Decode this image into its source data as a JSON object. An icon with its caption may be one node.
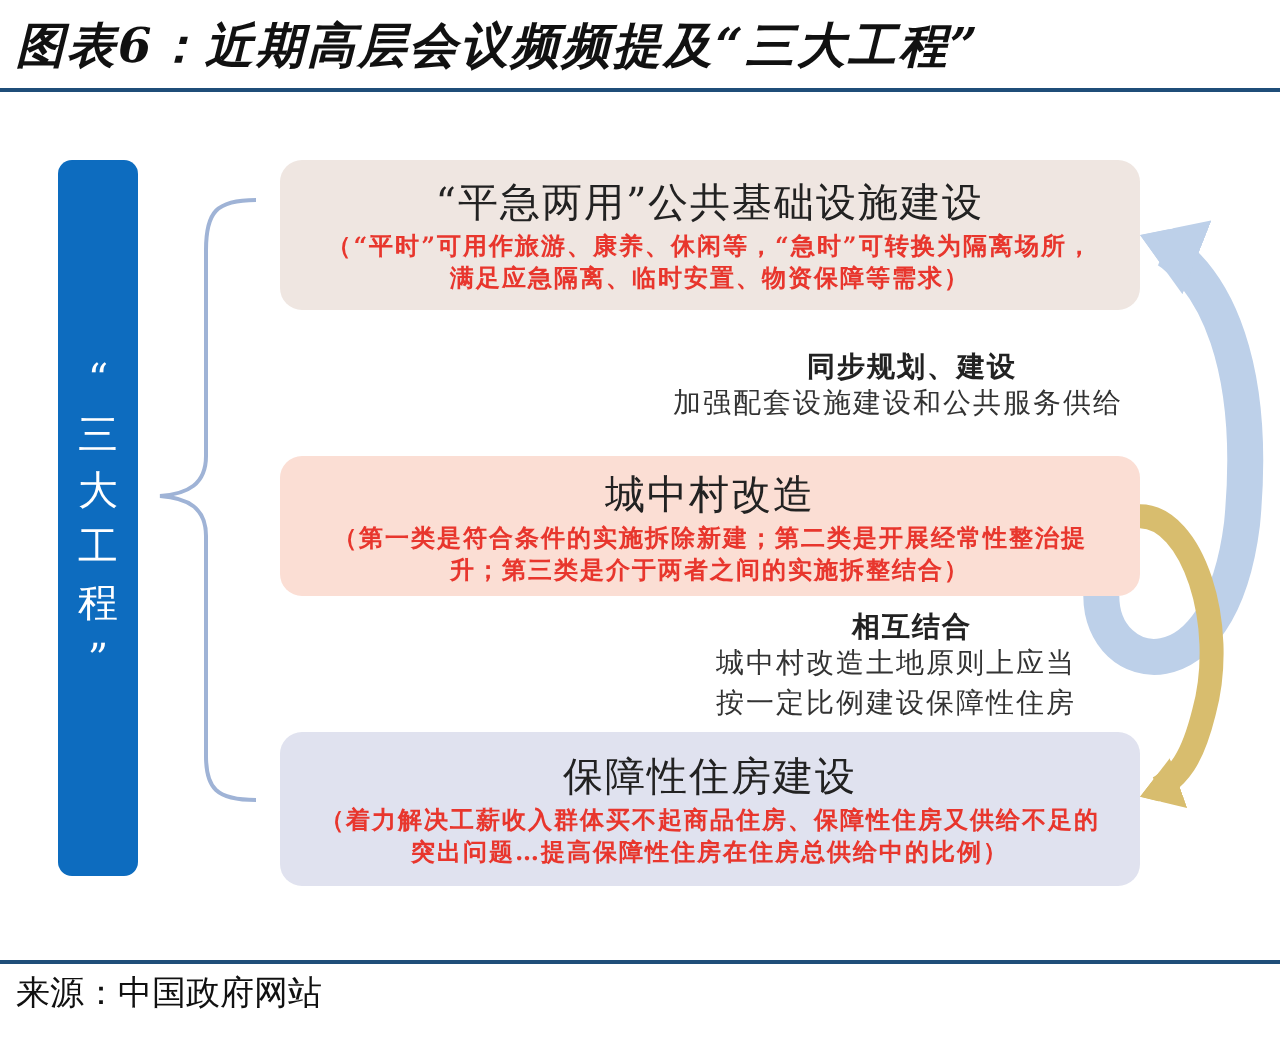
{
  "diagram": {
    "title": "图表6：近期高层会议频频提及“三大工程”",
    "caption": "来源：中国政府网站",
    "nodes": [
      {
        "text": [
          "“三大工程”"
        ]
      },
      {
        "text": [
          "“平急两用”公共基础设施建设",
          "（“平时”可用作旅游、康养、休闲等，“急时”可转换为隔离场所，满足应急隔离、临时安置、物资保障等需求）"
        ]
      },
      {
        "text": [
          "城中村改造",
          "（第一类是符合条件的实施拆除新建；第二类是开展经常性整治提升；第三类是介于两者之间的实施拆整结合）"
        ]
      },
      {
        "text": [
          "保障性住房建设",
          "（着力解决工薪收入群体买不起商品住房、保障性住房又供给不足的突出问题…提高保障性住房在住房总供给中的比例）"
        ]
      }
    ],
    "edges": [
      {
        "from": 2,
        "to": 1,
        "arrow": "to",
        "color": "#bdd0e9"
      },
      {
        "from": 2,
        "to": 3,
        "arrow": "to",
        "color": "#d8bd6e"
      }
    ],
    "labels": [
      "同步规划、建设",
      "加强配套设施建设和公共服务供给",
      "相互结合",
      "城中村改造土地原则上应当按一定比例建设保障性住房"
    ]
  }
}
